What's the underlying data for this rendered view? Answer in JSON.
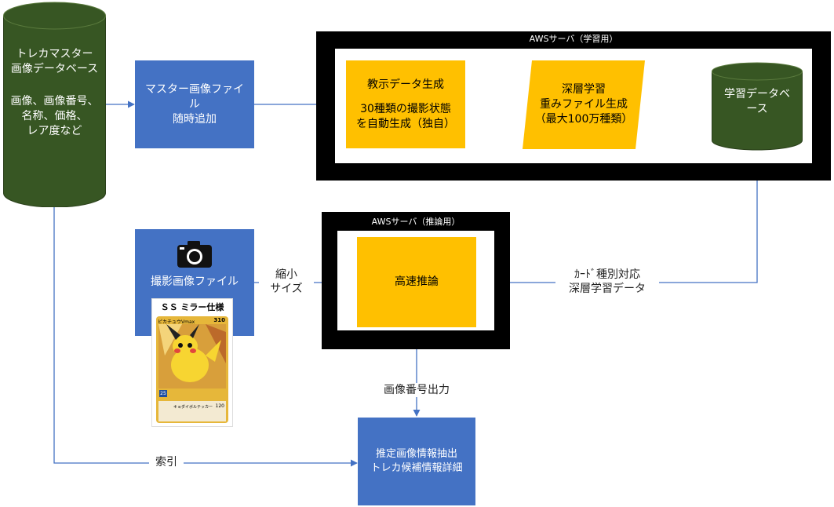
{
  "master_db": {
    "title_lines": [
      "トレカマスター",
      "画像データベース"
    ],
    "detail_lines": [
      "画像、画像番号、",
      "名称、価格、",
      "レア度など"
    ]
  },
  "master_file": {
    "lines": [
      "マスター画像ファイ",
      "ル",
      "随時追加"
    ]
  },
  "aws_training": {
    "title": "AWSサーバ（学習用）",
    "teacher_box": {
      "lines": [
        "教示データ生成",
        "",
        "30種類の撮影状態",
        "を自動生成（独自）"
      ]
    },
    "deep_box": {
      "lines": [
        "深層学習",
        "重みファイル生成",
        "（最大100万種類）"
      ]
    },
    "learning_db": {
      "lines": [
        "学習データベ",
        "ース"
      ]
    }
  },
  "photo_file": {
    "label": "撮影画像ファイル",
    "icon": "camera-icon"
  },
  "card_sample": {
    "title": "ＳＳ ミラー仕様",
    "card_name": "ピカチュウVmax",
    "hp": "310",
    "card_footer": "キョダイボルテッカー",
    "damage": "120",
    "set_mark": "25"
  },
  "aws_inference": {
    "title": "AWSサーバ（推論用）",
    "fast_box": {
      "label": "高速推論"
    }
  },
  "labels": {
    "shrink": [
      "縮小",
      "サイズ"
    ],
    "card_type": [
      "ｶｰﾄﾞ種別対応",
      "深層学習データ"
    ],
    "output": "画像番号出力",
    "index": "索引"
  },
  "result_box": {
    "lines": [
      "推定画像情報抽出",
      "トレカ候補情報詳細"
    ]
  },
  "colors": {
    "blue": "#4472c4",
    "gold": "#ffc000",
    "cylinder": "#375623",
    "frame": "#000000",
    "line": "#4472c4"
  }
}
